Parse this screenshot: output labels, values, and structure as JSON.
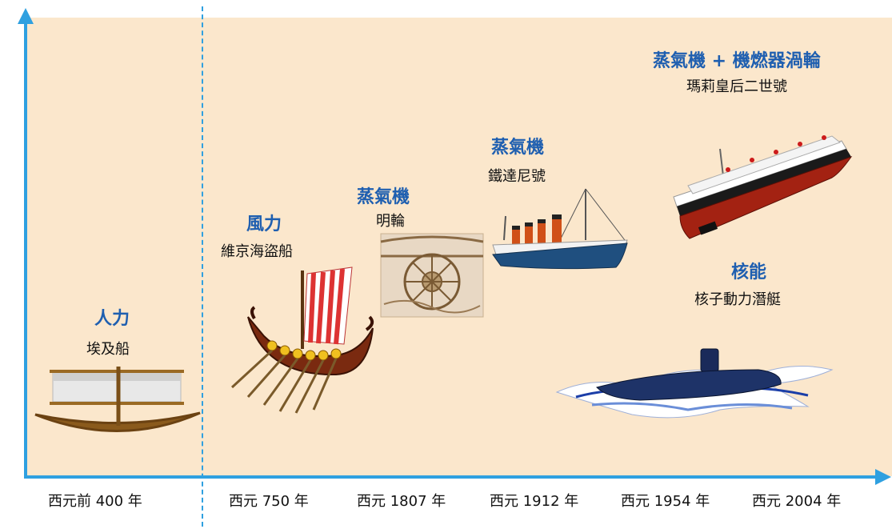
{
  "eras": [
    {
      "power": "人力",
      "ship": "埃及船",
      "year": "西元前 400 年"
    },
    {
      "power": "風力",
      "ship": "維京海盜船",
      "year": "西元 750 年"
    },
    {
      "power": "蒸氣機",
      "ship": "明輪",
      "year": "西元 1807 年"
    },
    {
      "power": "蒸氣機",
      "ship": "鐵達尼號",
      "year": "西元 1912 年"
    },
    {
      "power": "核能",
      "ship": "核子動力潛艇",
      "year": "西元 1954 年"
    },
    {
      "power": "蒸氣機 + 機燃器渦輪",
      "ship": "瑪莉皇后二世號",
      "year": "西元 2004 年"
    }
  ],
  "colors": {
    "panel": "#fbe7cc",
    "axis": "#2fa0e0",
    "title": "#1f5fb0"
  }
}
